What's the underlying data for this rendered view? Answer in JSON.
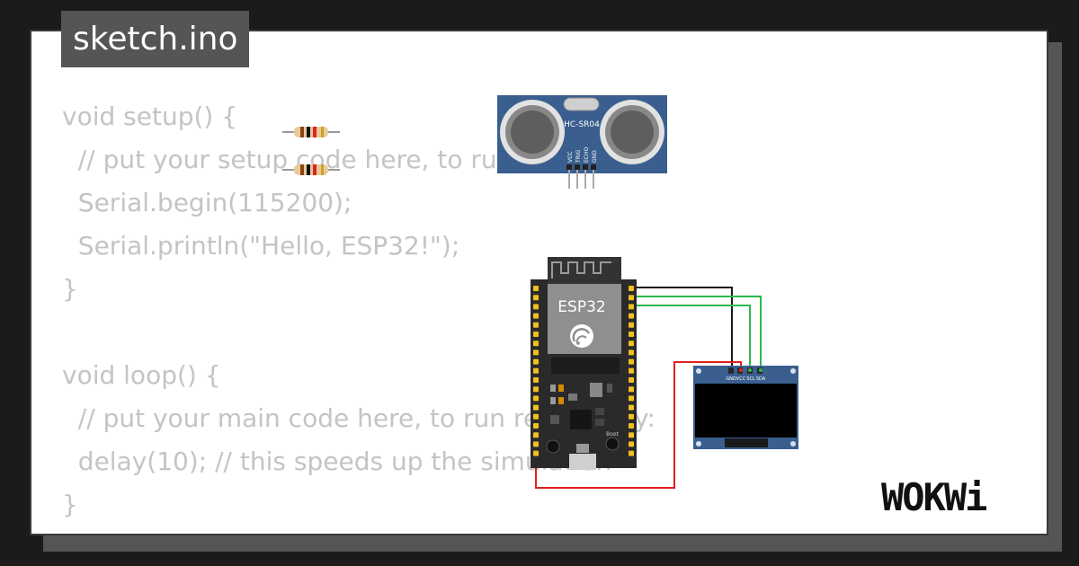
{
  "tab": {
    "filename": "sketch.ino"
  },
  "code_lines": [
    "void setup() {",
    "  // put your setup code here, to run once:",
    "  Serial.begin(115200);",
    "  Serial.println(\"Hello, ESP32!\");",
    "}",
    "",
    "void loop() {",
    "  // put your main code here, to run repeatedly:",
    "  delay(10); // this speeds up the simulation",
    "}"
  ],
  "components": {
    "ultrasonic": {
      "label": "HC-SR04",
      "pins": [
        "VCC",
        "TRIG",
        "ECHO",
        "GND"
      ]
    },
    "mcu": {
      "label": "ESP32",
      "boot_label": "Boot"
    },
    "display": {
      "pins": [
        "GND",
        "VCC",
        "SCL",
        "SDA"
      ]
    }
  },
  "brand": {
    "logo_text": "WOKWi"
  },
  "colors": {
    "code_text": "#c4c4c4",
    "tab_bg": "#555555",
    "wire_black": "#1a1a1a",
    "wire_green": "#2db84a",
    "wire_red": "#e02020",
    "board": "#2a2a2a",
    "module_blue": "#3a5f8f"
  }
}
